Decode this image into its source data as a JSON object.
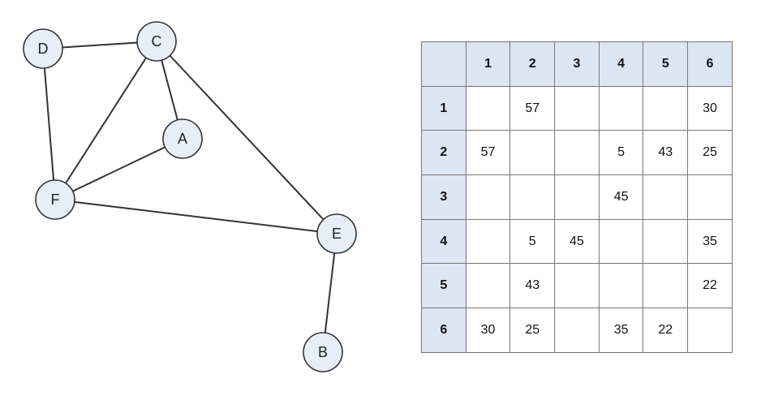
{
  "graph": {
    "nodes": [
      "A",
      "B",
      "C",
      "D",
      "E",
      "F"
    ],
    "edges": [
      [
        "D",
        "C"
      ],
      [
        "D",
        "F"
      ],
      [
        "C",
        "A"
      ],
      [
        "C",
        "F"
      ],
      [
        "C",
        "E"
      ],
      [
        "A",
        "F"
      ],
      [
        "F",
        "E"
      ],
      [
        "E",
        "B"
      ]
    ]
  },
  "matrix": {
    "corner": "",
    "col_headers": [
      "1",
      "2",
      "3",
      "4",
      "5",
      "6"
    ],
    "rows": [
      {
        "header": "1",
        "cells": [
          "",
          "57",
          "",
          "",
          "",
          "30"
        ]
      },
      {
        "header": "2",
        "cells": [
          "57",
          "",
          "",
          "5",
          "43",
          "25"
        ]
      },
      {
        "header": "3",
        "cells": [
          "",
          "",
          "",
          "45",
          "",
          ""
        ]
      },
      {
        "header": "4",
        "cells": [
          "",
          "5",
          "45",
          "",
          "",
          "35"
        ]
      },
      {
        "header": "5",
        "cells": [
          "",
          "43",
          "",
          "",
          "",
          "22"
        ]
      },
      {
        "header": "6",
        "cells": [
          "30",
          "25",
          "",
          "35",
          "22",
          ""
        ]
      }
    ]
  },
  "colors": {
    "header_fill": "#dce6f2",
    "node_fill": "#e8eef7",
    "stroke": "#333333"
  }
}
